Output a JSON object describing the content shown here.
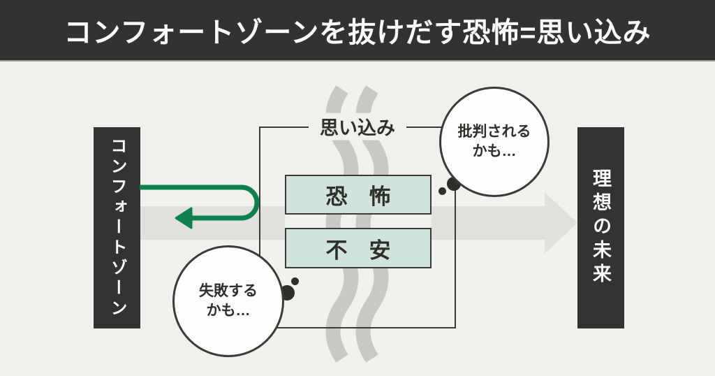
{
  "header": {
    "title": "コンフォートゾーンを抜けだす恐怖=思い込み"
  },
  "diagram": {
    "left_box": {
      "label": "コンフォートゾーン"
    },
    "right_box": {
      "label": "理想の未来"
    },
    "frame": {
      "label": "思い込み"
    },
    "fear_box": {
      "label": "恐　怖"
    },
    "anxiety_box": {
      "label": "不　安"
    },
    "bubble_top": {
      "line1": "批判される",
      "line2": "かも…"
    },
    "bubble_bottom": {
      "line1": "失敗する",
      "line2": "かも…"
    }
  },
  "icons": {
    "forward_arrow": "forward-arrow",
    "return_arrow": "return-arrow",
    "waves": "barrier-waves"
  },
  "colors": {
    "page_bg": "#f2f0eb",
    "header_bg": "#333231",
    "panel_dark": "#333331",
    "text_dark": "#2e2e2b",
    "text_light": "#fafaf8",
    "teal_fill": "#d1e4db",
    "frame_border": "#3a3a36",
    "wave_gray": "#c9c8c3",
    "arrow_gray": "#e1e0db",
    "green": "#0e8050",
    "bubble_fill": "#fdfdfc"
  }
}
